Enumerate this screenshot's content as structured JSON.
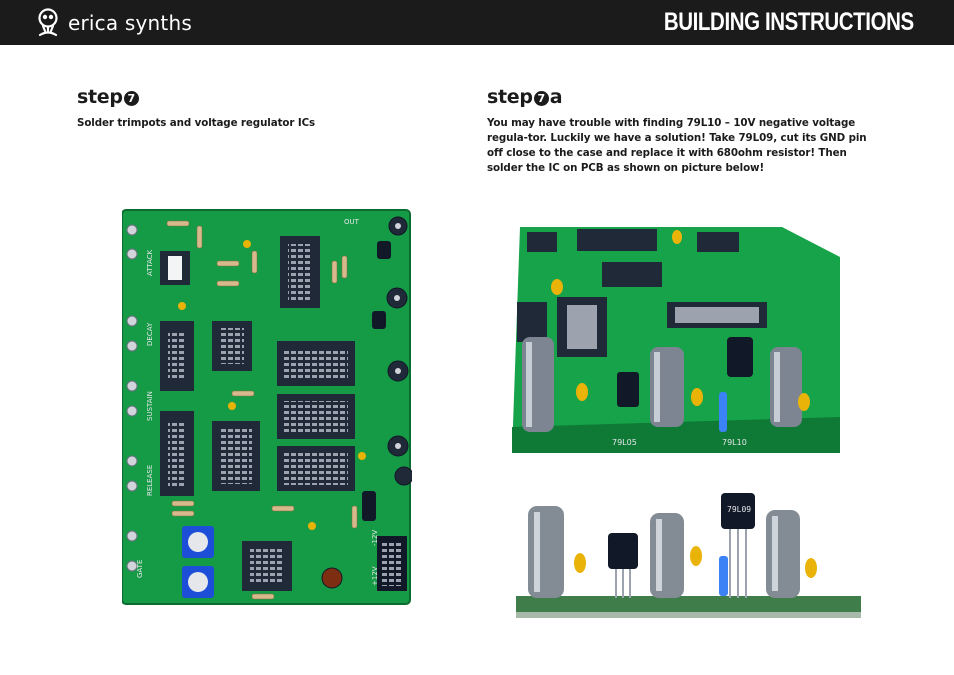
{
  "header": {
    "brand": "erica synths",
    "title": "BUILDING INSTRUCTIONS"
  },
  "left": {
    "step_word": "step",
    "step_number": "7",
    "step_suffix": "",
    "text": "Solder trimpots and voltage regulator ICs"
  },
  "right": {
    "step_word": "step",
    "step_number": "7",
    "step_suffix": "a",
    "text": "You may have trouble with finding 79L10 – 10V negative voltage regula-tor. Luckily we have a solution! Take 79L09, cut its GND pin off close to the case and replace it with 680ohm resistor! Then solder the IC on PCB as shown on picture below!"
  },
  "pcb_labels": {
    "attack": "ATTACK",
    "decay": "DECAY",
    "sustain": "SUSTAIN",
    "release": "RELEASE",
    "out": "OUT",
    "gate": "GATE",
    "plus12v": "+12V",
    "minus12v": "-12V",
    "reg_a": "79L05",
    "reg_b": "79L10",
    "reg_chip": "79L09"
  },
  "colors": {
    "header_bg": "#1b1b1b",
    "pcb_green": "#16a34a",
    "text": "#1b1b1b"
  }
}
